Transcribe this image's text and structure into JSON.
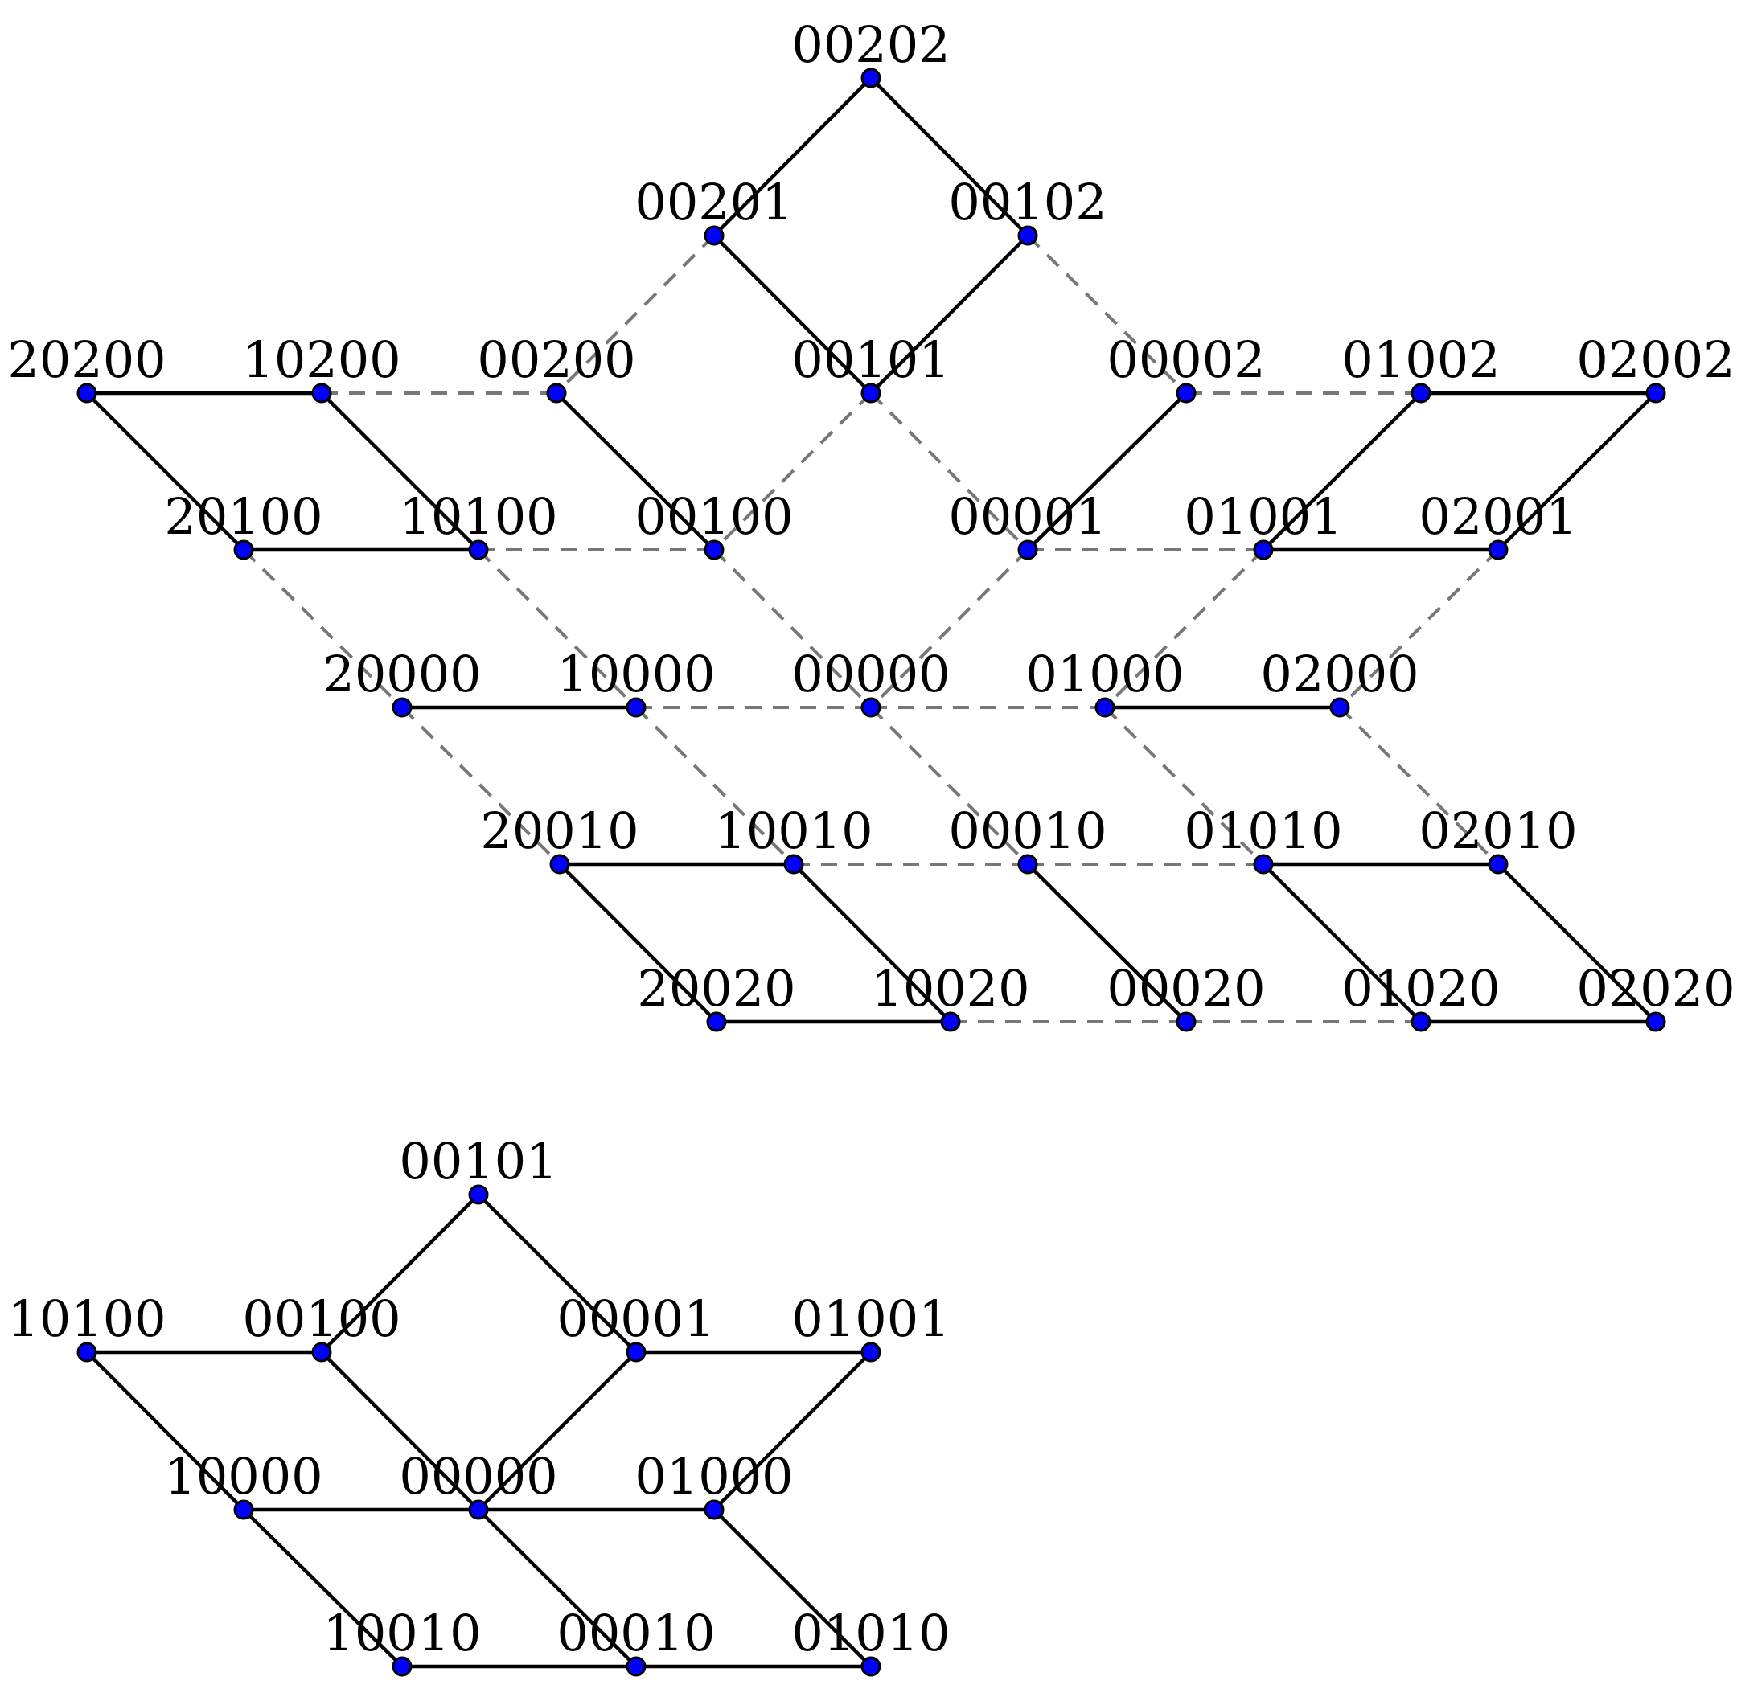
{
  "colors": {
    "node_fill": "#0000ff",
    "node_stroke": "#000000",
    "solid_edge": "#000000",
    "dashed_edge": "#777777"
  },
  "diagrams": [
    {
      "nodes": [
        {
          "id": "00202",
          "label": "00202"
        },
        {
          "id": "00201",
          "label": "00201"
        },
        {
          "id": "00102",
          "label": "00102"
        },
        {
          "id": "20200",
          "label": "20200"
        },
        {
          "id": "10200",
          "label": "10200"
        },
        {
          "id": "00200",
          "label": "00200"
        },
        {
          "id": "00101",
          "label": "00101"
        },
        {
          "id": "00002",
          "label": "00002"
        },
        {
          "id": "01002",
          "label": "01002"
        },
        {
          "id": "02002",
          "label": "02002"
        },
        {
          "id": "20100",
          "label": "20100"
        },
        {
          "id": "10100",
          "label": "10100"
        },
        {
          "id": "00100",
          "label": "00100"
        },
        {
          "id": "00001",
          "label": "00001"
        },
        {
          "id": "01001",
          "label": "01001"
        },
        {
          "id": "02001",
          "label": "02001"
        },
        {
          "id": "20000",
          "label": "20000"
        },
        {
          "id": "10000",
          "label": "10000"
        },
        {
          "id": "00000",
          "label": "00000"
        },
        {
          "id": "01000",
          "label": "01000"
        },
        {
          "id": "02000",
          "label": "02000"
        },
        {
          "id": "20010",
          "label": "20010"
        },
        {
          "id": "10010",
          "label": "10010"
        },
        {
          "id": "00010",
          "label": "00010"
        },
        {
          "id": "01010",
          "label": "01010"
        },
        {
          "id": "02010",
          "label": "02010"
        },
        {
          "id": "20020",
          "label": "20020"
        },
        {
          "id": "10020",
          "label": "10020"
        },
        {
          "id": "00020",
          "label": "00020"
        },
        {
          "id": "01020",
          "label": "01020"
        },
        {
          "id": "02020",
          "label": "02020"
        }
      ],
      "edges": [
        {
          "from": "00202",
          "to": "00201",
          "style": "solid"
        },
        {
          "from": "00202",
          "to": "00102",
          "style": "solid"
        },
        {
          "from": "00201",
          "to": "00101",
          "style": "solid"
        },
        {
          "from": "00102",
          "to": "00101",
          "style": "solid"
        },
        {
          "from": "00201",
          "to": "00200",
          "style": "dashed"
        },
        {
          "from": "00102",
          "to": "00002",
          "style": "dashed"
        },
        {
          "from": "20200",
          "to": "10200",
          "style": "solid"
        },
        {
          "from": "10200",
          "to": "00200",
          "style": "dashed"
        },
        {
          "from": "00002",
          "to": "01002",
          "style": "dashed"
        },
        {
          "from": "01002",
          "to": "02002",
          "style": "solid"
        },
        {
          "from": "20200",
          "to": "20100",
          "style": "solid"
        },
        {
          "from": "10200",
          "to": "10100",
          "style": "solid"
        },
        {
          "from": "00200",
          "to": "00100",
          "style": "solid"
        },
        {
          "from": "00101",
          "to": "00100",
          "style": "dashed"
        },
        {
          "from": "00101",
          "to": "00001",
          "style": "dashed"
        },
        {
          "from": "00002",
          "to": "00001",
          "style": "solid"
        },
        {
          "from": "01002",
          "to": "01001",
          "style": "solid"
        },
        {
          "from": "02002",
          "to": "02001",
          "style": "solid"
        },
        {
          "from": "20100",
          "to": "10100",
          "style": "solid"
        },
        {
          "from": "10100",
          "to": "00100",
          "style": "dashed"
        },
        {
          "from": "00001",
          "to": "01001",
          "style": "dashed"
        },
        {
          "from": "01001",
          "to": "02001",
          "style": "solid"
        },
        {
          "from": "20100",
          "to": "20000",
          "style": "dashed"
        },
        {
          "from": "10100",
          "to": "10000",
          "style": "dashed"
        },
        {
          "from": "00100",
          "to": "00000",
          "style": "dashed"
        },
        {
          "from": "00001",
          "to": "00000",
          "style": "dashed"
        },
        {
          "from": "01001",
          "to": "01000",
          "style": "dashed"
        },
        {
          "from": "02001",
          "to": "02000",
          "style": "dashed"
        },
        {
          "from": "20000",
          "to": "10000",
          "style": "solid"
        },
        {
          "from": "10000",
          "to": "00000",
          "style": "dashed"
        },
        {
          "from": "00000",
          "to": "01000",
          "style": "dashed"
        },
        {
          "from": "01000",
          "to": "02000",
          "style": "solid"
        },
        {
          "from": "20000",
          "to": "20010",
          "style": "dashed"
        },
        {
          "from": "10000",
          "to": "10010",
          "style": "dashed"
        },
        {
          "from": "00000",
          "to": "00010",
          "style": "dashed"
        },
        {
          "from": "01000",
          "to": "01010",
          "style": "dashed"
        },
        {
          "from": "02000",
          "to": "02010",
          "style": "dashed"
        },
        {
          "from": "20010",
          "to": "10010",
          "style": "solid"
        },
        {
          "from": "10010",
          "to": "00010",
          "style": "dashed"
        },
        {
          "from": "00010",
          "to": "01010",
          "style": "dashed"
        },
        {
          "from": "01010",
          "to": "02010",
          "style": "solid"
        },
        {
          "from": "20010",
          "to": "20020",
          "style": "solid"
        },
        {
          "from": "10010",
          "to": "10020",
          "style": "solid"
        },
        {
          "from": "00010",
          "to": "00020",
          "style": "solid"
        },
        {
          "from": "01010",
          "to": "01020",
          "style": "solid"
        },
        {
          "from": "02010",
          "to": "02020",
          "style": "solid"
        },
        {
          "from": "20020",
          "to": "10020",
          "style": "solid"
        },
        {
          "from": "10020",
          "to": "00020",
          "style": "dashed"
        },
        {
          "from": "00020",
          "to": "01020",
          "style": "dashed"
        },
        {
          "from": "01020",
          "to": "02020",
          "style": "solid"
        }
      ]
    },
    {
      "nodes": [
        {
          "id": "00101",
          "label": "00101"
        },
        {
          "id": "10100",
          "label": "10100"
        },
        {
          "id": "00100",
          "label": "00100"
        },
        {
          "id": "00001",
          "label": "00001"
        },
        {
          "id": "01001",
          "label": "01001"
        },
        {
          "id": "10000",
          "label": "10000"
        },
        {
          "id": "00000",
          "label": "00000"
        },
        {
          "id": "01000",
          "label": "01000"
        },
        {
          "id": "10010",
          "label": "10010"
        },
        {
          "id": "00010",
          "label": "00010"
        },
        {
          "id": "01010",
          "label": "01010"
        }
      ],
      "edges": [
        {
          "from": "00101",
          "to": "00100",
          "style": "solid"
        },
        {
          "from": "00101",
          "to": "00001",
          "style": "solid"
        },
        {
          "from": "10100",
          "to": "00100",
          "style": "solid"
        },
        {
          "from": "00001",
          "to": "01001",
          "style": "solid"
        },
        {
          "from": "10100",
          "to": "10000",
          "style": "solid"
        },
        {
          "from": "00100",
          "to": "00000",
          "style": "solid"
        },
        {
          "from": "00001",
          "to": "00000",
          "style": "solid"
        },
        {
          "from": "01001",
          "to": "01000",
          "style": "solid"
        },
        {
          "from": "10000",
          "to": "00000",
          "style": "solid"
        },
        {
          "from": "00000",
          "to": "01000",
          "style": "solid"
        },
        {
          "from": "10000",
          "to": "10010",
          "style": "solid"
        },
        {
          "from": "00000",
          "to": "00010",
          "style": "solid"
        },
        {
          "from": "01000",
          "to": "01010",
          "style": "solid"
        },
        {
          "from": "10010",
          "to": "00010",
          "style": "solid"
        },
        {
          "from": "00010",
          "to": "01010",
          "style": "solid"
        }
      ]
    }
  ]
}
